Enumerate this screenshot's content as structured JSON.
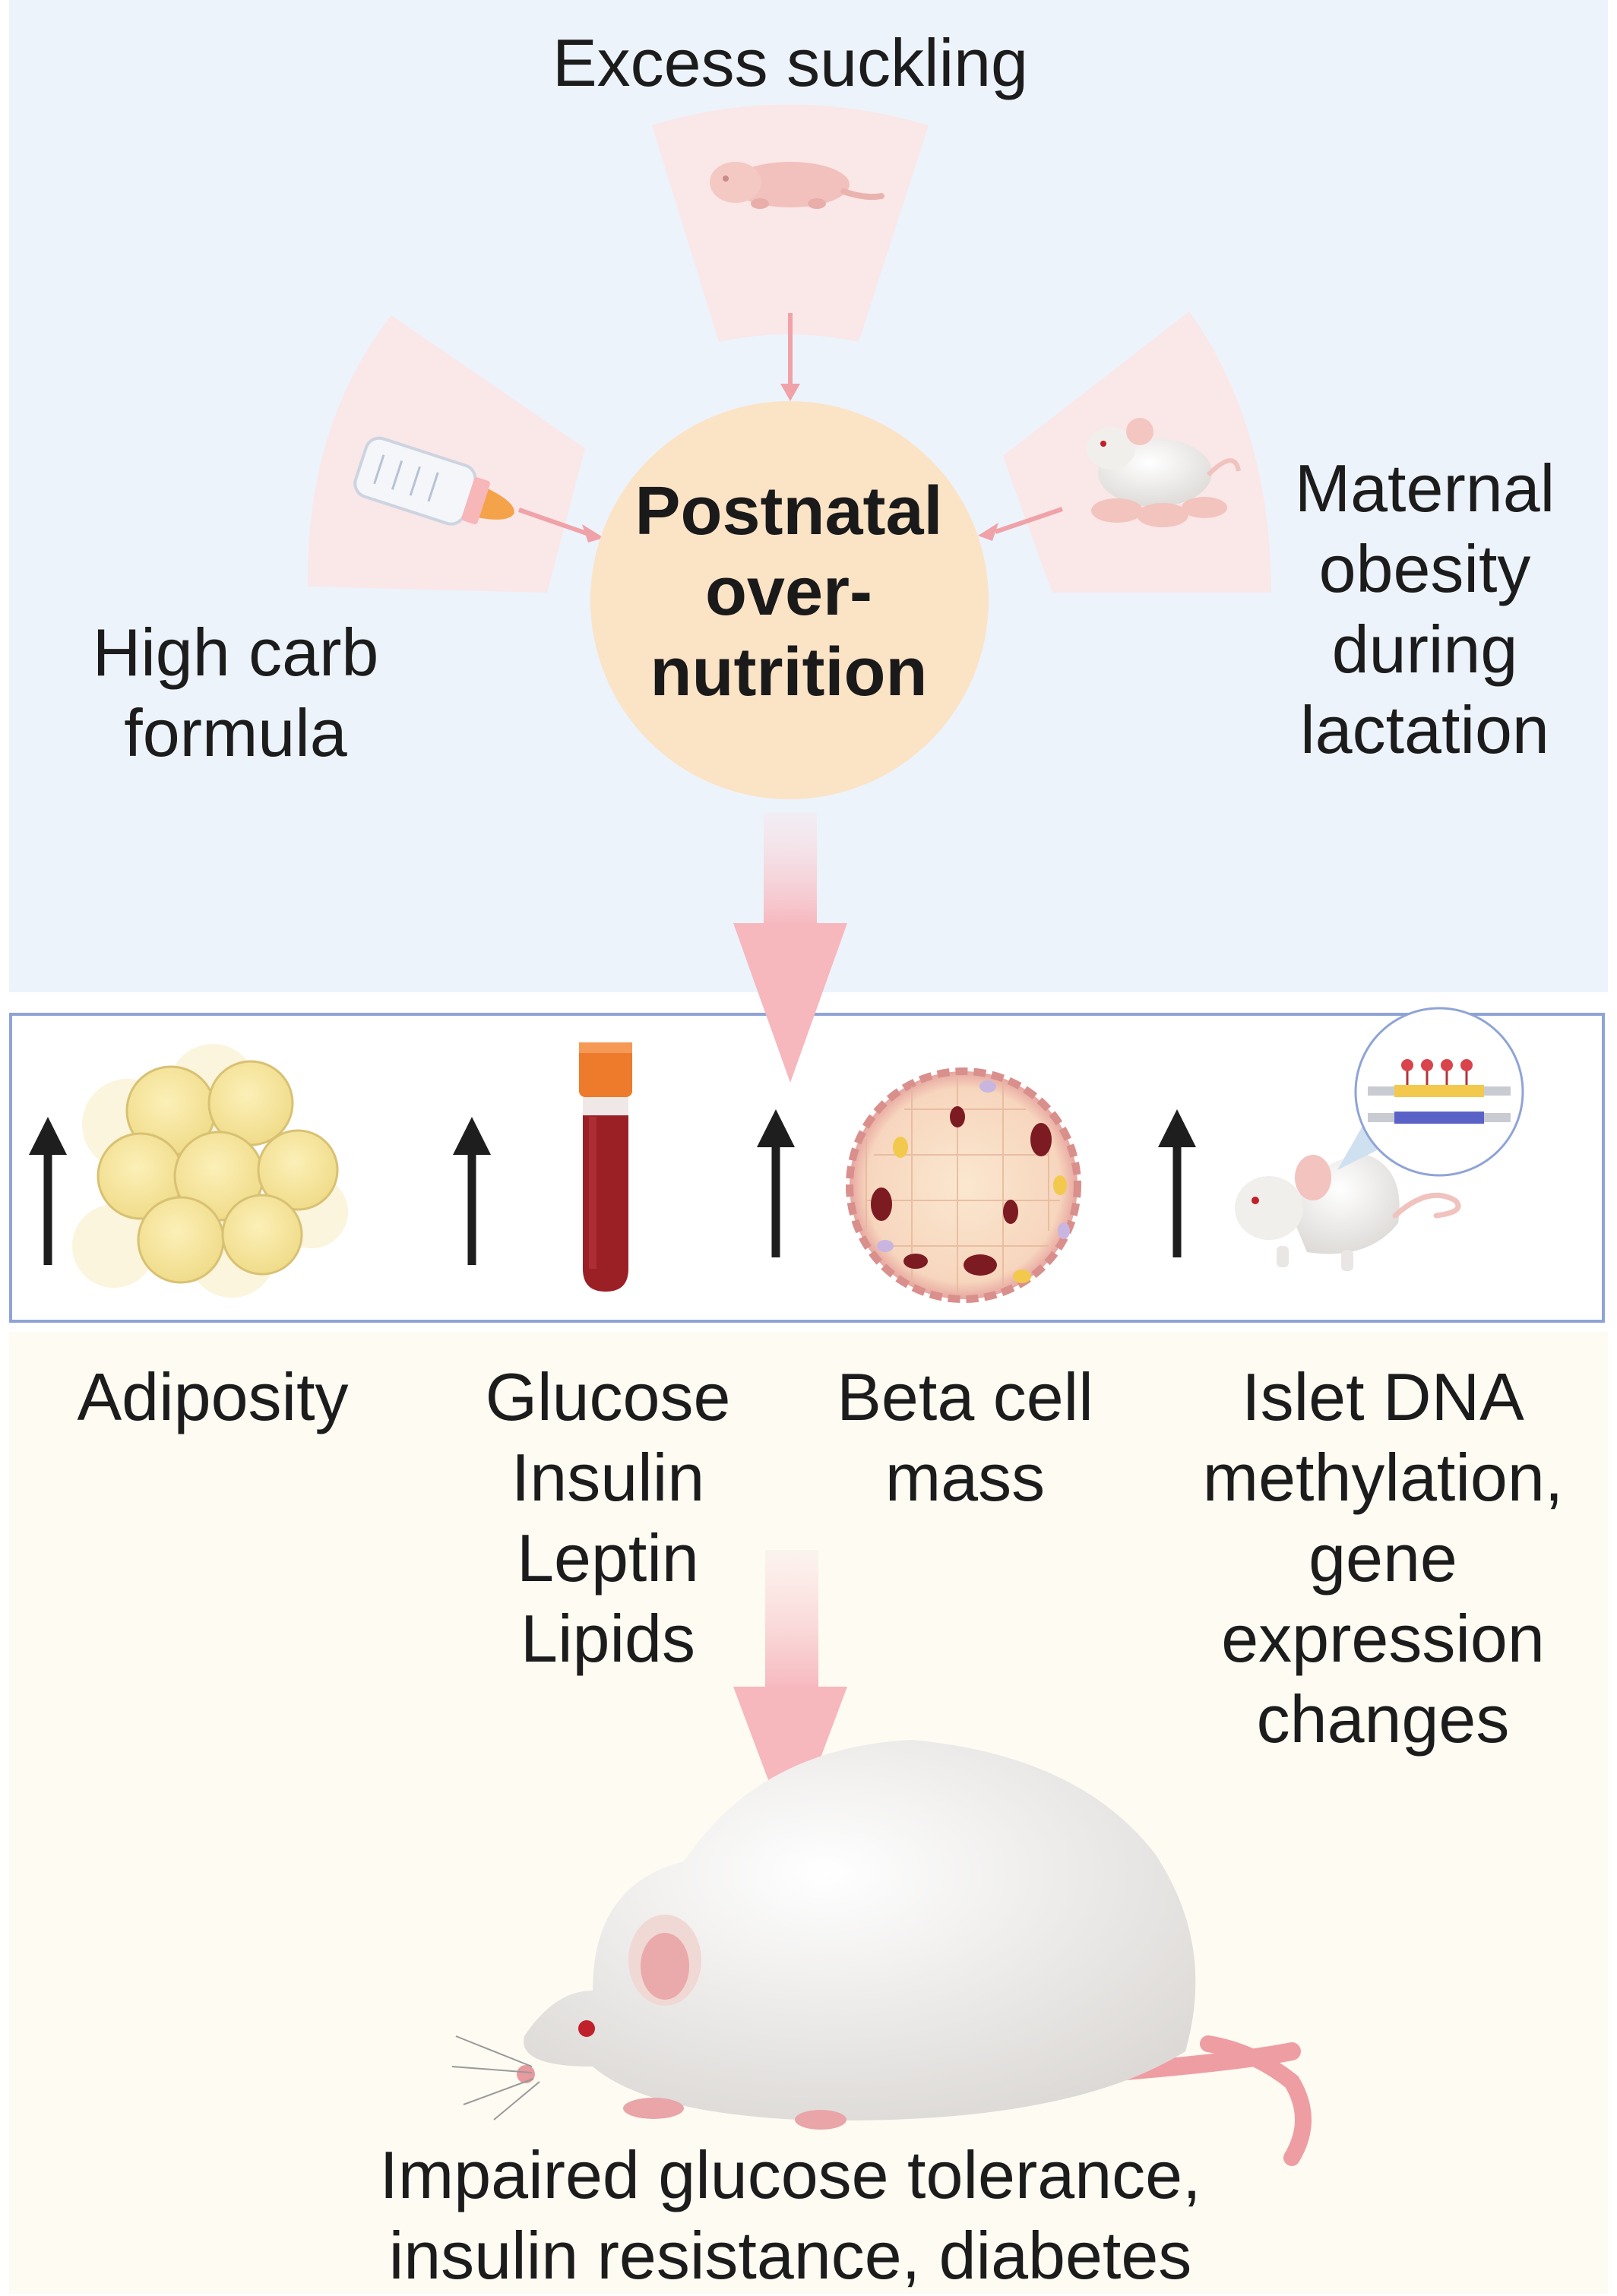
{
  "top": {
    "excess_suckling": "Excess  suckling",
    "high_carb": [
      "High carb",
      "formula"
    ],
    "maternal": [
      "Maternal",
      "obesity",
      "during",
      "lactation"
    ],
    "center": [
      "Postnatal",
      "over-",
      "nutrition"
    ]
  },
  "outcomes": {
    "adiposity": "Adiposity",
    "circulating": [
      "Glucose",
      "Insulin",
      "Leptin",
      "Lipids"
    ],
    "beta_cell": [
      "Beta cell",
      "mass"
    ],
    "islet": [
      "Islet DNA",
      "methylation,",
      "gene",
      "expression",
      "changes"
    ]
  },
  "result": [
    "Impaired glucose tolerance,",
    "insulin resistance, diabetes"
  ],
  "colors": {
    "top_background": "#edf3fb",
    "bottom_background": "#fdfbf2",
    "center_circle": "#fbe3c6",
    "arrow_pink": "#f3a9b0",
    "box_border": "#8fa4d6"
  },
  "icons": [
    "pup-icon",
    "baby-bottle-icon",
    "mother-mouse-icon",
    "up-arrow-icon",
    "fat-cells-icon",
    "blood-tube-icon",
    "islet-icon",
    "mouse-icon",
    "dna-methylation-icon",
    "obese-mouse-icon"
  ]
}
